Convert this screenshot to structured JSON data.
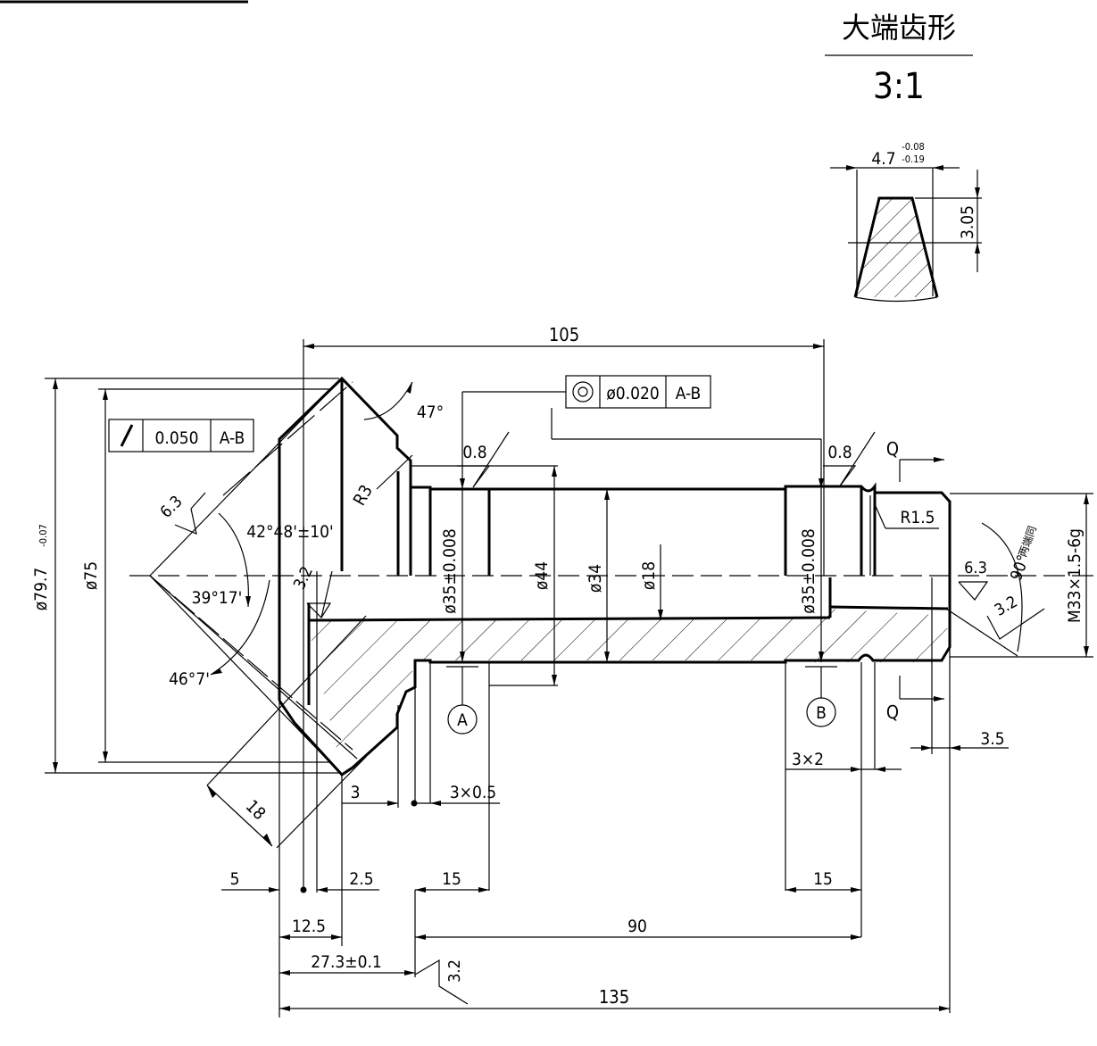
{
  "title_block": {
    "detail_title": "大端齿形",
    "detail_scale": "3:1"
  },
  "tooth_detail": {
    "width_dim": "4.7",
    "width_tol_upper": "-0.08",
    "width_tol_lower": "-0.19",
    "height_dim": "3.05"
  },
  "main_dims": {
    "overall_105": "105",
    "dia_79": "ø79.7",
    "dia_79_tol": "-0.07",
    "dia_75": "ø75",
    "angle_47": "47°",
    "radius_r3": "R3",
    "angle_42": "42°48'±10'",
    "angle_39": "39°17'",
    "angle_46": "46°7'",
    "dia_35a": "ø35±0.008",
    "dia_44": "ø44",
    "dia_34": "ø34",
    "dia_18": "ø18",
    "dia_35b": "ø35±0.008",
    "radius_r15": "R1.5",
    "thread": "M33×1.5-6g",
    "dim_18": "18",
    "dim_3": "3",
    "dim_3x05": "3×0.5",
    "dim_3x2": "3×2",
    "dim_35": "3.5",
    "dim_5": "5",
    "dim_25": "2.5",
    "dim_15a": "15",
    "dim_15b": "15",
    "dim_125": "12.5",
    "dim_90": "90",
    "dim_273": "27.3±0.1",
    "dim_135": "135",
    "angle_90": "90°",
    "angle_90_note": "两端同",
    "section_q_top": "Q",
    "section_q_bottom": "Q",
    "datum_a": "A",
    "datum_b": "B"
  },
  "tolerance_frames": {
    "runout": {
      "value": "0.050",
      "datum": "A-B"
    },
    "concentricity": {
      "value": "ø0.020",
      "datum": "A-B"
    }
  },
  "roughness": {
    "r08_left": "0.8",
    "r08_right": "0.8",
    "r63_left": "6.3",
    "r32_left": "3.2",
    "r63_right": "6.3",
    "r32_right": "3.2",
    "r32_bottom": "3.2"
  }
}
